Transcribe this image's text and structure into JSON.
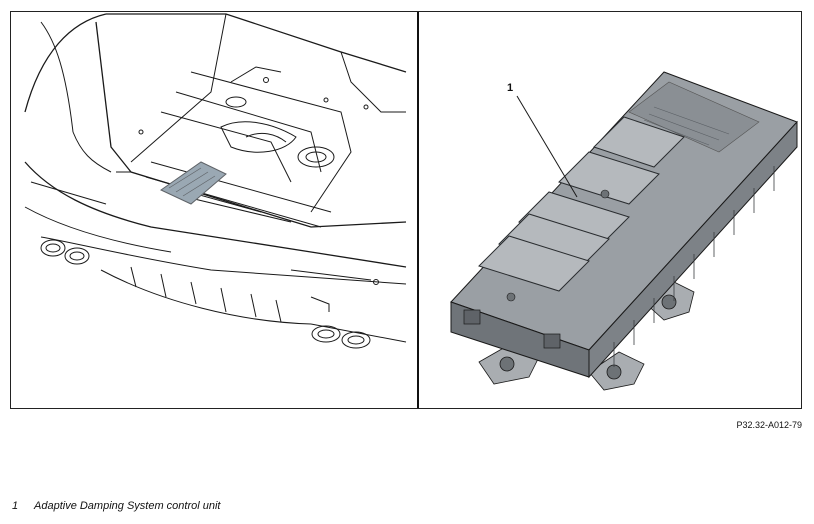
{
  "figure": {
    "reference_code": "P32.32-A012-79",
    "callouts": [
      {
        "number": "1",
        "label": "Adaptive Damping System control unit"
      }
    ]
  },
  "colors": {
    "line": "#1a1a1a",
    "unit_fill": "#8f9499",
    "unit_dark": "#5f6368",
    "highlight": "#9aa8b3"
  }
}
